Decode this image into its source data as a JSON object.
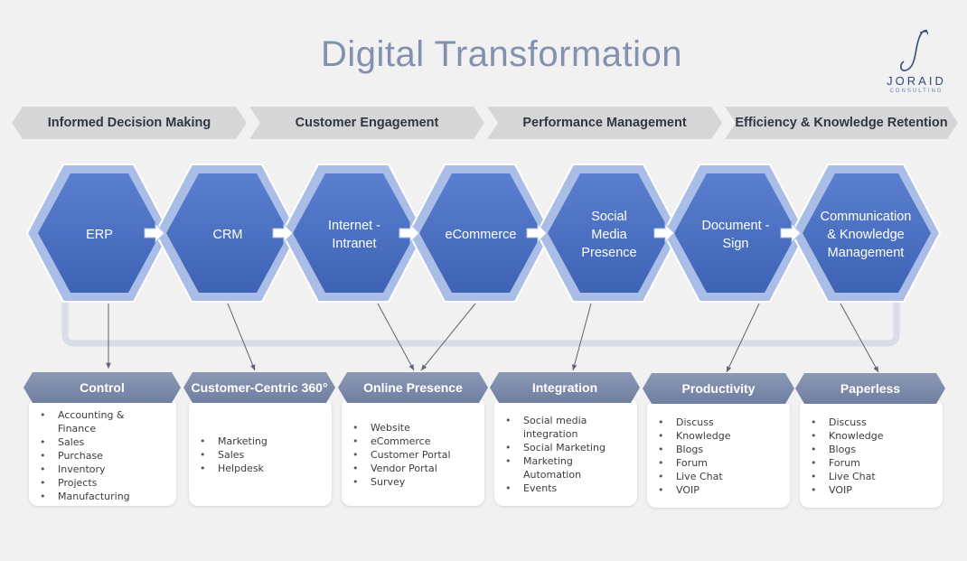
{
  "title": "Digital Transformation",
  "logo": {
    "letter": "J",
    "word": "JORAID",
    "sub": "CONSULTING"
  },
  "goals": [
    "Informed Decision Making",
    "Customer Engagement",
    "Performance Management",
    "Efficiency & Knowledge Retention"
  ],
  "systems": [
    {
      "line1": "ERP",
      "line2": "",
      "line3": ""
    },
    {
      "line1": "CRM",
      "line2": "",
      "line3": ""
    },
    {
      "line1": "Internet -",
      "line2": "Intranet",
      "line3": ""
    },
    {
      "line1": "eCommerce",
      "line2": "",
      "line3": ""
    },
    {
      "line1": "Social",
      "line2": "Media",
      "line3": "Presence"
    },
    {
      "line1": "Document -",
      "line2": "Sign",
      "line3": ""
    },
    {
      "line1": "Communication",
      "line2": "& Knowledge",
      "line3": "Management"
    }
  ],
  "outcomes": [
    {
      "title": "Control",
      "items": [
        "Accounting &",
        "Finance",
        "Sales",
        "Purchase",
        "Inventory",
        "Projects",
        "Manufacturing"
      ]
    },
    {
      "title": "Customer-Centric 360°",
      "items": [
        "Marketing",
        "Sales",
        "Helpdesk"
      ]
    },
    {
      "title": "Online Presence",
      "items": [
        "Website",
        "eCommerce",
        "Customer Portal",
        "Vendor Portal",
        "Survey"
      ]
    },
    {
      "title": "Integration",
      "items": [
        "Social media",
        "integration",
        "Social Marketing",
        "Marketing",
        "Automation",
        "Events"
      ]
    },
    {
      "title": "Productivity",
      "items": [
        "Discuss",
        "Knowledge",
        "Blogs",
        "Forum",
        "Live Chat",
        "VOIP"
      ]
    },
    {
      "title": "Paperless",
      "items": [
        "Discuss",
        "Knowledge",
        "Blogs",
        "Forum",
        "Live Chat",
        "VOIP"
      ]
    }
  ],
  "colors": {
    "hex_fill": "#4a6fc0",
    "hex_border": "#a9bde6",
    "header": "#7d8bab",
    "title": "#8391b0"
  }
}
